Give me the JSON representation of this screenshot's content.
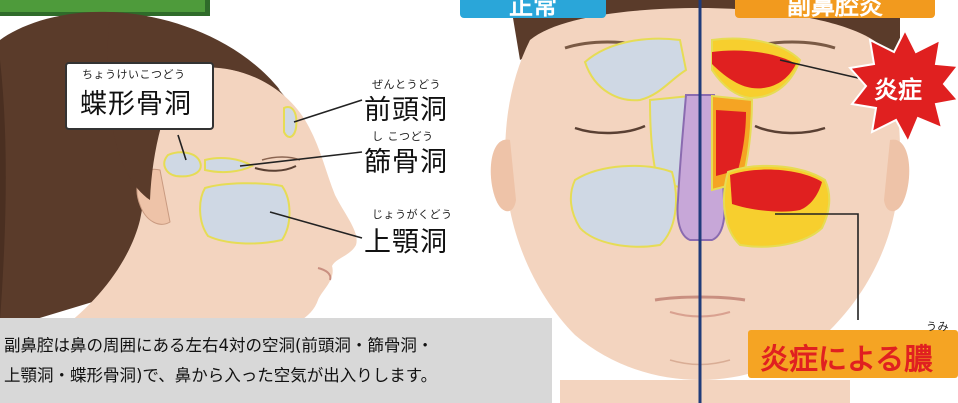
{
  "header": {
    "normal_tag": "正常",
    "sinusitis_tag": "副鼻腔炎"
  },
  "labels": {
    "sphenoid": {
      "reading": "ちょうけいこつどう",
      "name": "蝶形骨洞"
    },
    "frontal": {
      "reading": "ぜんとうどう",
      "name": "前頭洞"
    },
    "ethmoid": {
      "reading": "し こつどう",
      "name": "篩骨洞"
    },
    "maxillary": {
      "reading": "じょうがくどう",
      "name": "上顎洞"
    }
  },
  "badges": {
    "inflammation": "炎症",
    "pus_reading": "うみ",
    "pus": "炎症による膿"
  },
  "caption": {
    "line1": "副鼻腔は鼻の周囲にある左右4対の空洞(前頭洞・篩骨洞・",
    "line2": "上顎洞・蝶形骨洞)で、鼻から入った空気が出入りします。"
  },
  "colors": {
    "normal_tag_bg": "#2aa6d9",
    "sinusitis_tag_bg": "#f29a1e",
    "sinus_fill": "#cfd8e4",
    "sinus_stroke": "#e6dc55",
    "inflammation_red": "#e02020",
    "pus_orange": "#f5a423",
    "pus_yellow": "#f7cf2e",
    "caption_bg": "#d8d8d8",
    "hair": "#5a3b2a",
    "skin": "#f3d4bf",
    "divider": "#1f3b7a"
  },
  "icons": {
    "inflammation_badge": "starburst-icon"
  }
}
